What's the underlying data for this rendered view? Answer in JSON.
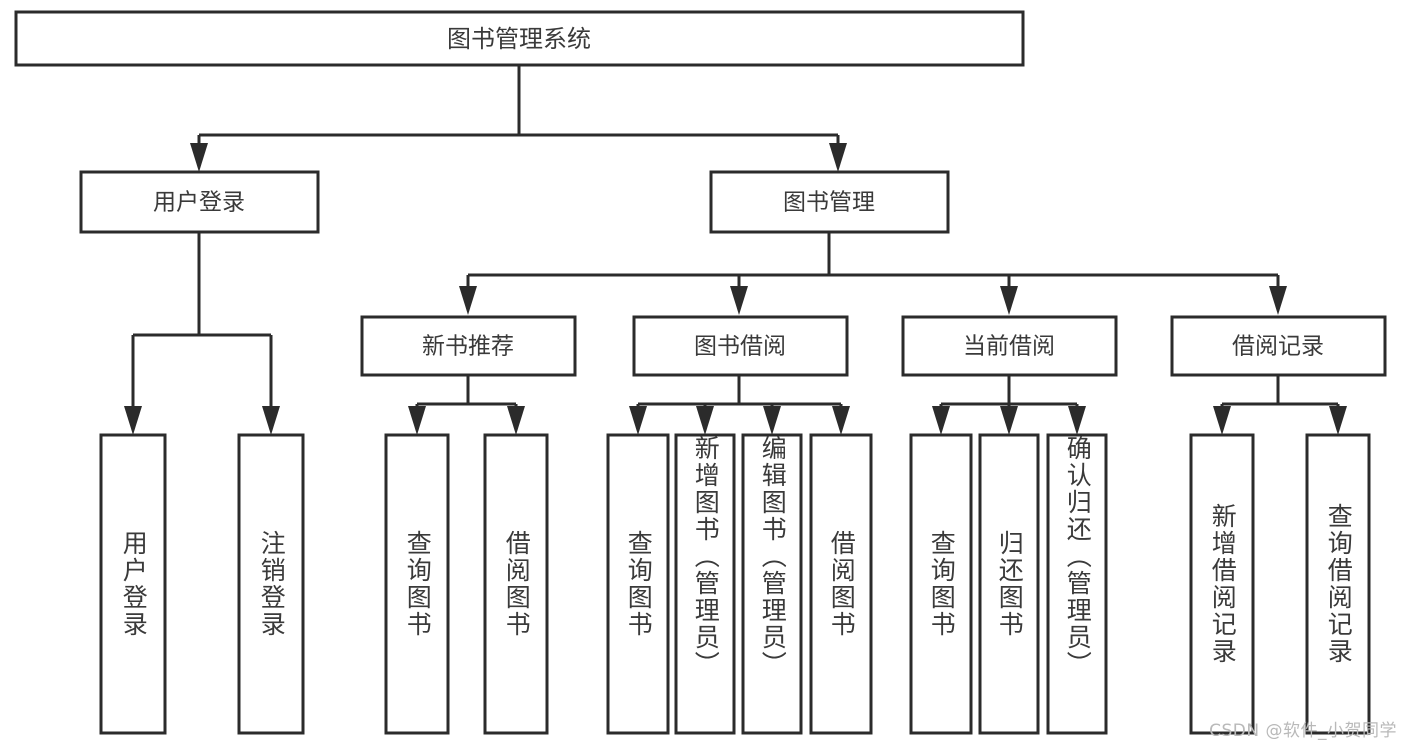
{
  "diagram": {
    "type": "tree-hierarchy-flowchart",
    "title": "图书管理系统",
    "root": {
      "id": "root",
      "label": "图书管理系统",
      "shape": "rectangle",
      "orientation": "horizontal"
    },
    "level2": [
      {
        "id": "user-login",
        "label": "用户登录",
        "shape": "rectangle",
        "orientation": "horizontal"
      },
      {
        "id": "book-management",
        "label": "图书管理",
        "shape": "rectangle",
        "orientation": "horizontal"
      }
    ],
    "level3": [
      {
        "id": "new-book-recommend",
        "label": "新书推荐",
        "parent": "book-management",
        "shape": "rectangle",
        "orientation": "horizontal"
      },
      {
        "id": "book-borrow",
        "label": "图书借阅",
        "parent": "book-management",
        "shape": "rectangle",
        "orientation": "horizontal"
      },
      {
        "id": "current-borrow",
        "label": "当前借阅",
        "parent": "book-management",
        "shape": "rectangle",
        "orientation": "horizontal"
      },
      {
        "id": "borrow-record",
        "label": "借阅记录",
        "parent": "book-management",
        "shape": "rectangle",
        "orientation": "horizontal"
      }
    ],
    "leaves": [
      {
        "id": "leaf-user-login",
        "label": "用户登录",
        "parent": "user-login",
        "orientation": "vertical"
      },
      {
        "id": "leaf-user-logout",
        "label": "注销登录",
        "parent": "user-login",
        "orientation": "vertical"
      },
      {
        "id": "leaf-query-book-1",
        "label": "查询图书",
        "parent": "new-book-recommend",
        "orientation": "vertical"
      },
      {
        "id": "leaf-borrow-book-1",
        "label": "借阅图书",
        "parent": "new-book-recommend",
        "orientation": "vertical"
      },
      {
        "id": "leaf-query-book-2",
        "label": "查询图书",
        "parent": "book-borrow",
        "orientation": "vertical"
      },
      {
        "id": "leaf-add-book",
        "label": "新增图书（管理员）",
        "parent": "book-borrow",
        "orientation": "vertical"
      },
      {
        "id": "leaf-edit-book",
        "label": "编辑图书（管理员）",
        "parent": "book-borrow",
        "orientation": "vertical"
      },
      {
        "id": "leaf-borrow-book-2",
        "label": "借阅图书",
        "parent": "book-borrow",
        "orientation": "vertical"
      },
      {
        "id": "leaf-query-book-3",
        "label": "查询图书",
        "parent": "current-borrow",
        "orientation": "vertical"
      },
      {
        "id": "leaf-return-book",
        "label": "归还图书",
        "parent": "current-borrow",
        "orientation": "vertical"
      },
      {
        "id": "leaf-confirm-return",
        "label": "确认归还（管理员）",
        "parent": "current-borrow",
        "orientation": "vertical"
      },
      {
        "id": "leaf-add-record",
        "label": "新增借阅记录",
        "parent": "borrow-record",
        "orientation": "vertical"
      },
      {
        "id": "leaf-query-record",
        "label": "查询借阅记录",
        "parent": "borrow-record",
        "orientation": "vertical"
      }
    ],
    "colors": {
      "stroke": "#2b2b2b",
      "fill": "#ffffff",
      "text": "#3a3a3a",
      "background": "#ffffff",
      "watermark": "#b9b9b9"
    }
  },
  "watermark": {
    "text": "CSDN @软件_小贺同学"
  }
}
